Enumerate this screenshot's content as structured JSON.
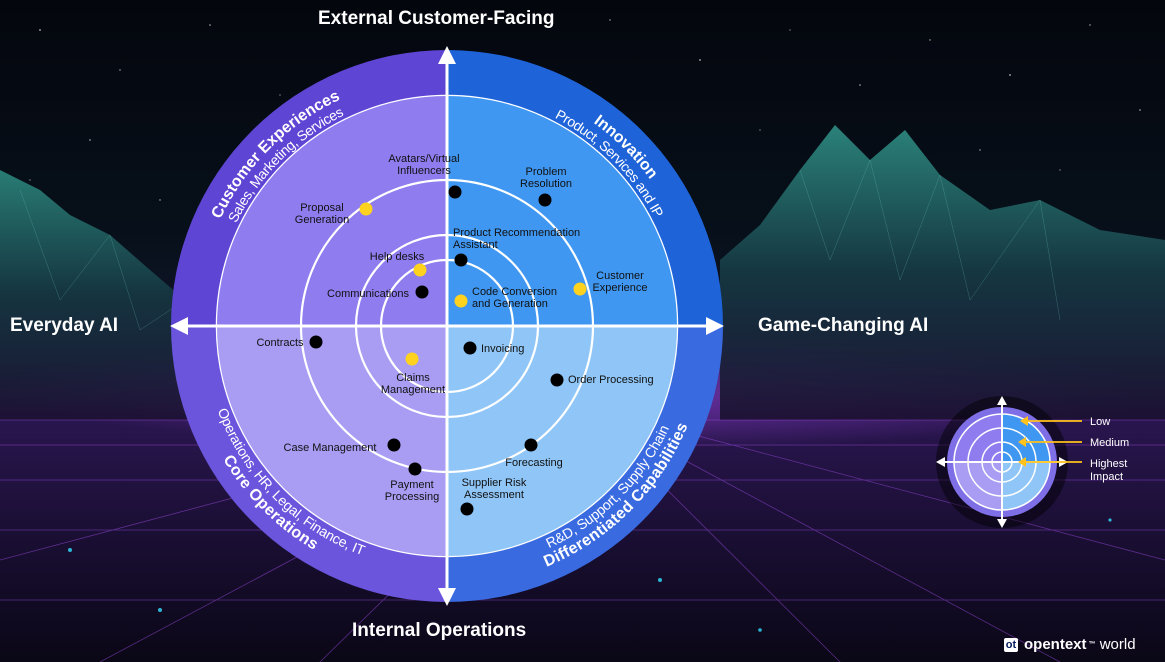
{
  "axes": {
    "top": "External Customer-Facing",
    "bottom": "Internal Operations",
    "left": "Everyday AI",
    "right": "Game-Changing AI"
  },
  "quadrants": [
    {
      "id": "tl",
      "title": "Customer Experiences",
      "subtitle": "Sales, Marketing, Services",
      "color": "#5f45d4"
    },
    {
      "id": "tr",
      "title": "Innovation",
      "subtitle": "Product, Services and IP",
      "color": "#1e63d8"
    },
    {
      "id": "bl",
      "title": "Core Operations",
      "subtitle": "Operations, HR, Legal, Finance, IT",
      "color": "#6a55dc"
    },
    {
      "id": "br",
      "title": "Differentiated Capabilities",
      "subtitle": "R&D, Support, Supply Chain",
      "color": "#3a6ae0"
    }
  ],
  "use_cases": [
    {
      "label": [
        "Avatars/Virtual",
        "Influencers"
      ],
      "level": "high",
      "quadrant": "tl"
    },
    {
      "label": [
        "Proposal",
        "Generation"
      ],
      "level": "medium",
      "quadrant": "tl"
    },
    {
      "label": [
        "Help desks"
      ],
      "level": "medium",
      "quadrant": "tl"
    },
    {
      "label": [
        "Communications"
      ],
      "level": "high",
      "quadrant": "tl"
    },
    {
      "label": [
        "Problem",
        "Resolution"
      ],
      "level": "high",
      "quadrant": "tr"
    },
    {
      "label": [
        "Product Recommendation",
        "Assistant"
      ],
      "level": "high",
      "quadrant": "tr"
    },
    {
      "label": [
        "Code Conversion",
        "and Generation"
      ],
      "level": "medium",
      "quadrant": "tr"
    },
    {
      "label": [
        "Customer",
        "Experience"
      ],
      "level": "medium",
      "quadrant": "tr"
    },
    {
      "label": [
        "Contracts"
      ],
      "level": "high",
      "quadrant": "bl"
    },
    {
      "label": [
        "Claims",
        "Management"
      ],
      "level": "medium",
      "quadrant": "bl"
    },
    {
      "label": [
        "Case Management"
      ],
      "level": "high",
      "quadrant": "bl"
    },
    {
      "label": [
        "Payment",
        "Processing"
      ],
      "level": "high",
      "quadrant": "bl"
    },
    {
      "label": [
        "Invoicing"
      ],
      "level": "high",
      "quadrant": "br"
    },
    {
      "label": [
        "Order Processing"
      ],
      "level": "high",
      "quadrant": "br"
    },
    {
      "label": [
        "Forecasting"
      ],
      "level": "high",
      "quadrant": "br"
    },
    {
      "label": [
        "Supplier Risk",
        "Assessment"
      ],
      "level": "high",
      "quadrant": "br"
    }
  ],
  "legend": [
    {
      "label": [
        "Low"
      ]
    },
    {
      "label": [
        "Medium"
      ]
    },
    {
      "label": [
        "Highest",
        "Impact"
      ]
    }
  ],
  "colors": {
    "dot_high": "#000000",
    "dot_medium": "#ffd21f",
    "legend_arrow": "#ffc21a",
    "ring": "#ffffff"
  },
  "brand": {
    "logo": "ot",
    "name": "opentext",
    "suffix": "world",
    "mark": "™"
  }
}
